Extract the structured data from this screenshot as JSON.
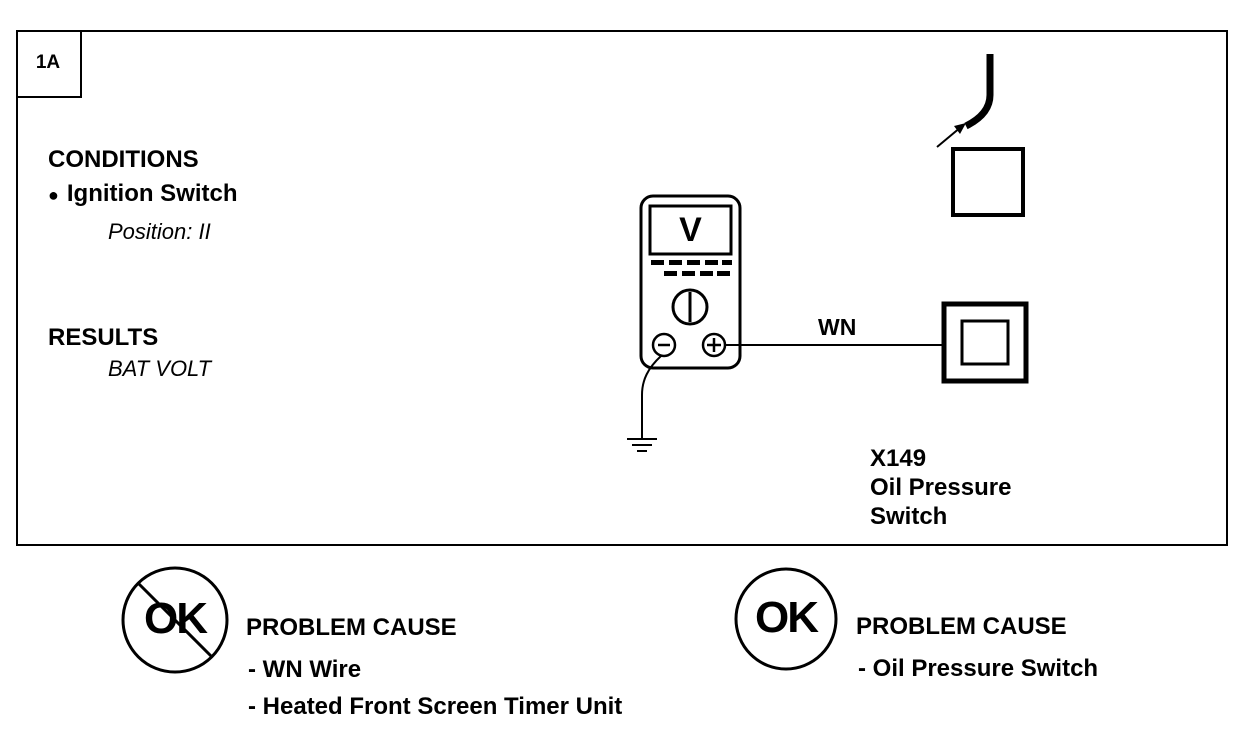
{
  "step_label": "1A",
  "conditions": {
    "heading": "CONDITIONS",
    "item": "Ignition Switch",
    "position": "Position: II"
  },
  "results": {
    "heading": "RESULTS",
    "value": "BAT VOLT"
  },
  "meter": {
    "mode": "V",
    "neg_symbol": "⊖",
    "pos_symbol": "⊕"
  },
  "wire_label": "WN",
  "component": {
    "code": "X149",
    "name_line1": "Oil Pressure",
    "name_line2": "Switch"
  },
  "outcome_not_ok": {
    "symbol": "OK",
    "heading": "PROBLEM CAUSE",
    "causes": [
      "- WN  Wire",
      "- Heated Front Screen Timer Unit"
    ]
  },
  "outcome_ok": {
    "symbol": "OK",
    "heading": "PROBLEM CAUSE",
    "causes": [
      "- Oil Pressure Switch"
    ]
  }
}
